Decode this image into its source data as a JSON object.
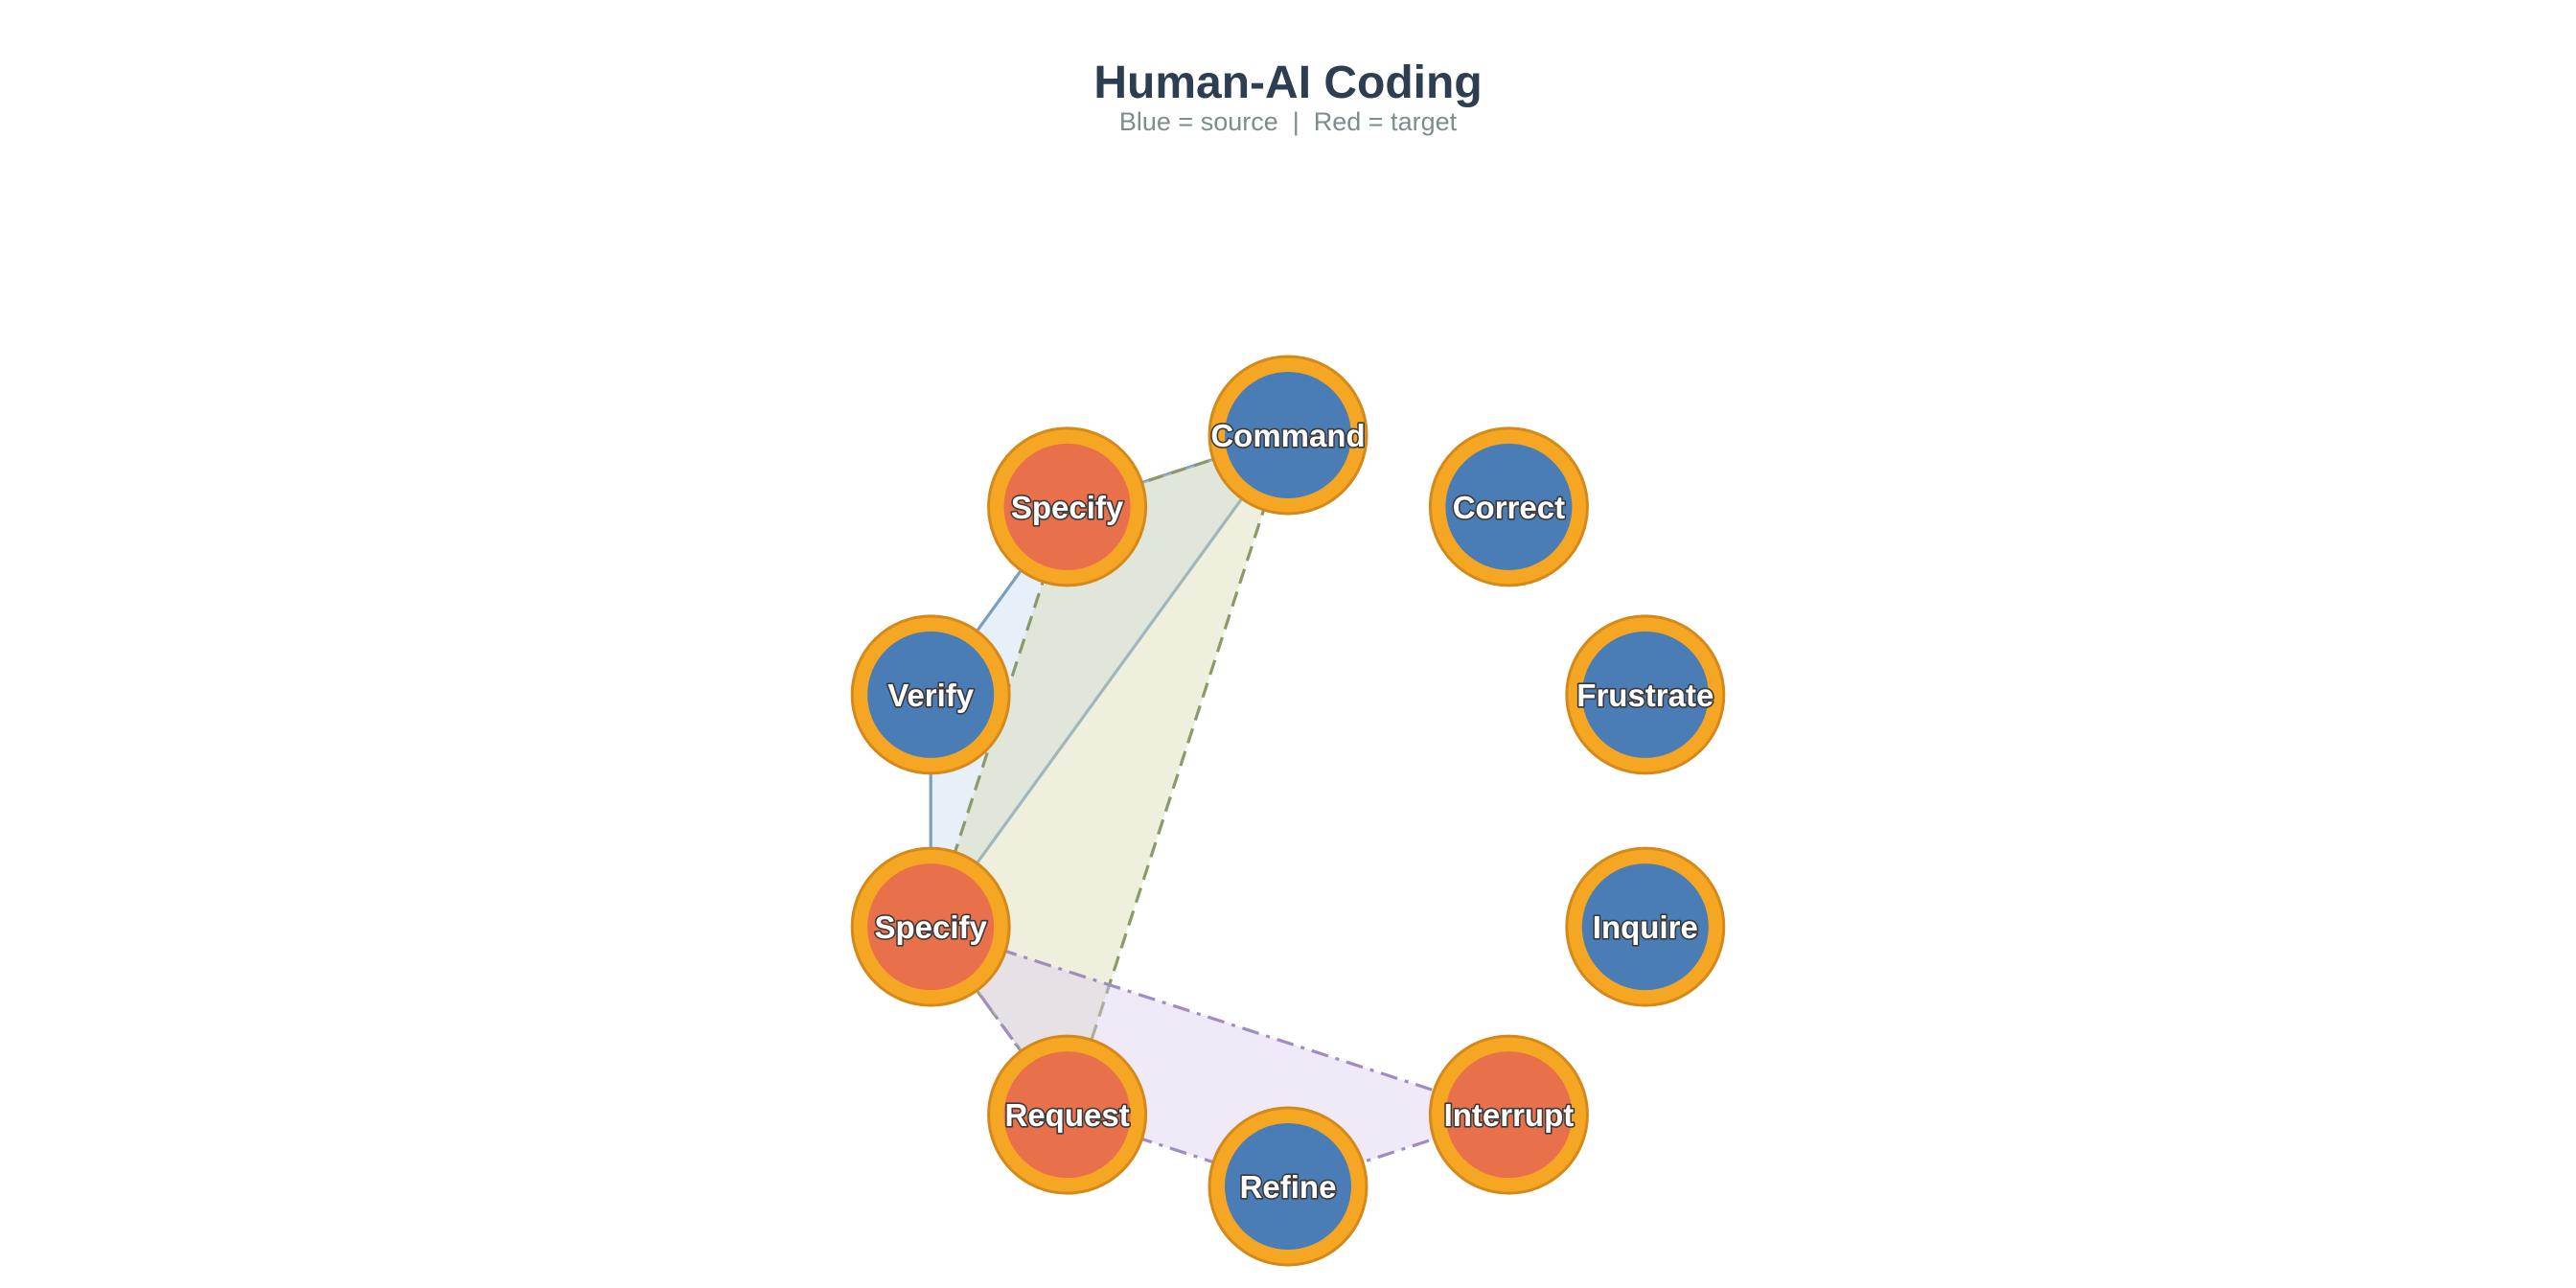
{
  "header": {
    "title": "Human-AI Coding",
    "subtitle": "Blue = source  |  Red = target"
  },
  "colors": {
    "ring": "#f5a623",
    "ring_stroke": "#d4891a",
    "source": "#4a7db5",
    "target": "#e8704a",
    "title": "#2c3e50",
    "subtitle": "#7f8c8d"
  },
  "nodes": [
    {
      "id": "n0",
      "label": "Command",
      "role": "source"
    },
    {
      "id": "n1",
      "label": "Correct",
      "role": "source"
    },
    {
      "id": "n2",
      "label": "Frustrate",
      "role": "source"
    },
    {
      "id": "n3",
      "label": "Inquire",
      "role": "source"
    },
    {
      "id": "n4",
      "label": "Interrupt",
      "role": "target"
    },
    {
      "id": "n5",
      "label": "Refine",
      "role": "source"
    },
    {
      "id": "n6",
      "label": "Request",
      "role": "target"
    },
    {
      "id": "n7",
      "label": "Specify",
      "role": "target"
    },
    {
      "id": "n8",
      "label": "Verify",
      "role": "source"
    },
    {
      "id": "n9",
      "label": "Specify",
      "role": "target"
    }
  ],
  "hyperedges": [
    {
      "id": "he-blue",
      "members": [
        "n0",
        "n9",
        "n8",
        "n7"
      ],
      "fill": "#c6dbef",
      "stroke": "#7a9fc0",
      "line": "solid"
    },
    {
      "id": "he-olive",
      "members": [
        "n0",
        "n9",
        "n7",
        "n6"
      ],
      "fill": "#d8d9b0",
      "stroke": "#8a9a6a",
      "line": "dashed"
    },
    {
      "id": "he-purple",
      "members": [
        "n7",
        "n6",
        "n5",
        "n4"
      ],
      "fill": "#dccbec",
      "stroke": "#a08cc0",
      "line": "dashdot"
    }
  ]
}
